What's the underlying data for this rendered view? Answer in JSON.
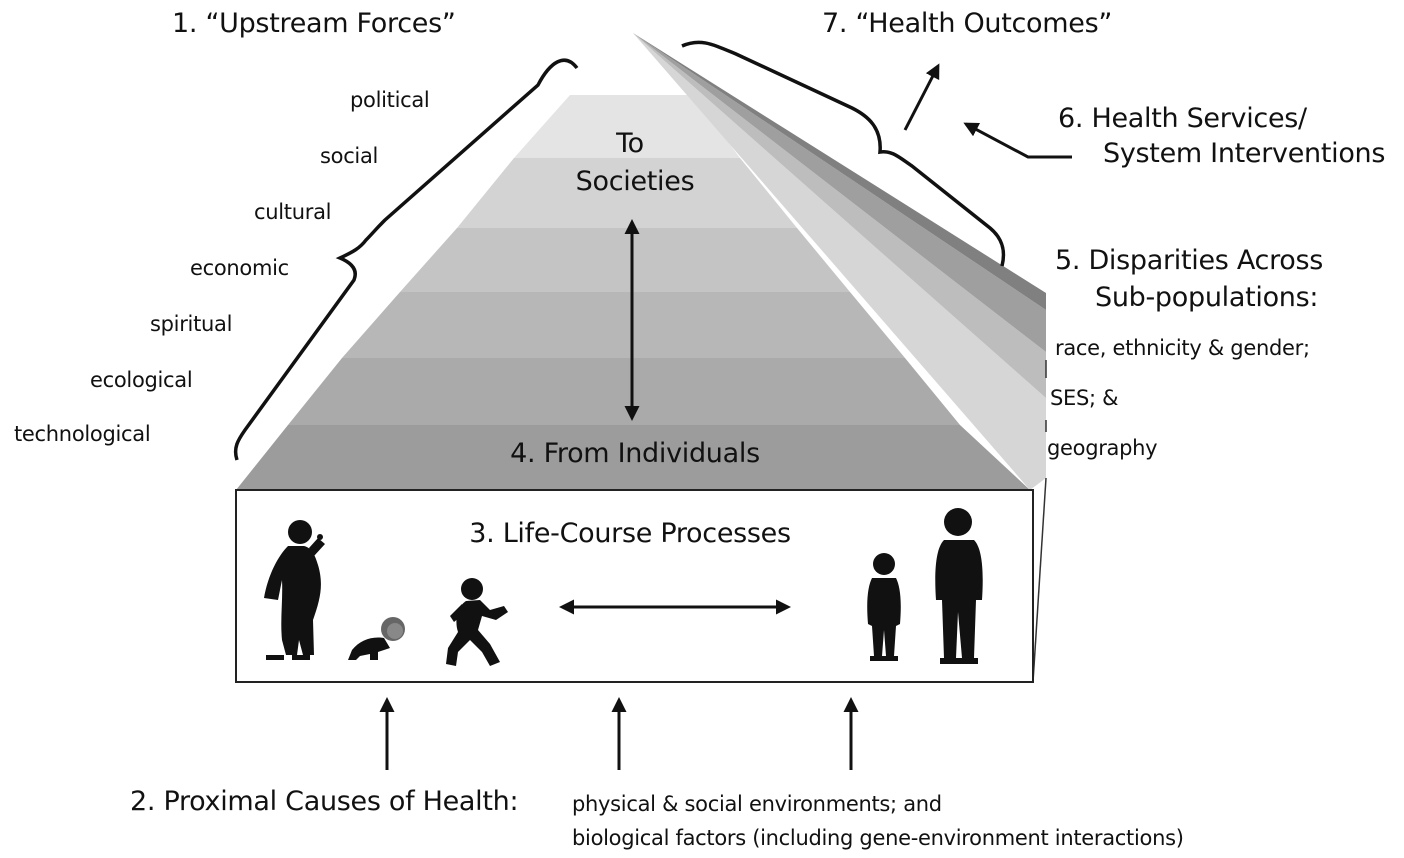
{
  "upstream": {
    "title": "1.  “Upstream Forces”",
    "forces": [
      "political",
      "social",
      "cultural",
      "economic",
      "spiritual",
      "ecological",
      "technological"
    ]
  },
  "proximal": {
    "title": "2.  Proximal Causes of Health:",
    "line1": "physical & social environments;  and",
    "line2": "biological factors (including gene-environment interactions)"
  },
  "life_course": {
    "title": "3.  Life-Course Processes"
  },
  "pyramid": {
    "bottom_label": "4.  From Individuals",
    "top_label_line1": "To",
    "top_label_line2": "Societies",
    "band_colors": [
      "#e4e4e4",
      "#d3d3d3",
      "#c4c4c4",
      "#b7b7b7",
      "#aaaaaa",
      "#9c9c9c"
    ]
  },
  "disparities": {
    "title_line1": "5.  Disparities Across",
    "title_line2": "Sub-populations:",
    "items": [
      "race, ethnicity & gender;",
      "SES;  &",
      "geography"
    ],
    "wedge_colors": [
      "#d6d6d6",
      "#bdbdbd",
      "#9f9f9f",
      "#808080"
    ]
  },
  "interventions": {
    "line1": "6.  Health Services/",
    "line2": "System Interventions"
  },
  "outcomes": {
    "title": "7.  “Health Outcomes”"
  }
}
